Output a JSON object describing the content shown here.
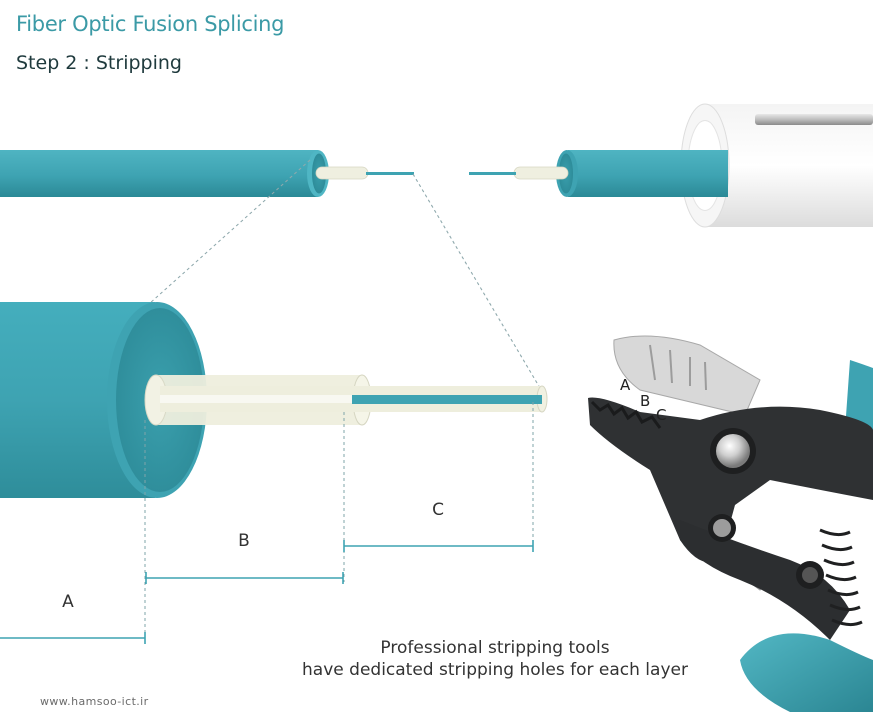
{
  "title": "Fiber Optic Fusion Splicing",
  "subtitle": "Step 2 :  Stripping",
  "dimensions": {
    "a": "A",
    "b": "B",
    "c": "C"
  },
  "tool_holes": {
    "a": "A",
    "b": "B",
    "c": "C"
  },
  "caption": {
    "line1": "Professional stripping tools",
    "line2": "have dedicated stripping holes for each layer"
  },
  "watermark": "www.hamsoo-ict.ir",
  "colors": {
    "teal": "#3ea3b2",
    "teal_dark": "#2d8795",
    "title": "#3b9aa6",
    "buffer": "#eeeedd",
    "tool_dark": "#2b2d2f",
    "handle": "#3ea3b2"
  }
}
